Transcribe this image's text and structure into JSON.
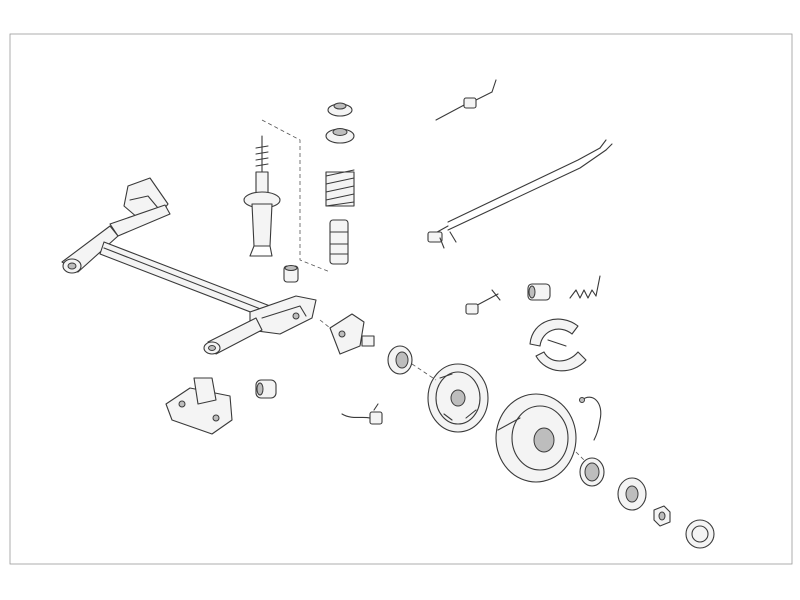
{
  "diagram": {
    "type": "exploded-parts-diagram",
    "components": [
      "rear-axle-beam",
      "shock-absorber",
      "spring-top-mount",
      "spring-seat",
      "coil-spring",
      "bump-stop",
      "axle-bushing",
      "mounting-bracket",
      "bracket-bushing",
      "stub-axle",
      "abs-sensor",
      "axle-seal",
      "brake-backing-plate",
      "brake-drum",
      "brake-shoes",
      "wheel-cylinder",
      "return-spring",
      "brake-adjuster",
      "brake-hose",
      "handbrake-cable-assembly",
      "handbrake-cable-adjuster",
      "drum-seal",
      "wheel-bearing",
      "axle-nut",
      "dust-cap"
    ]
  }
}
